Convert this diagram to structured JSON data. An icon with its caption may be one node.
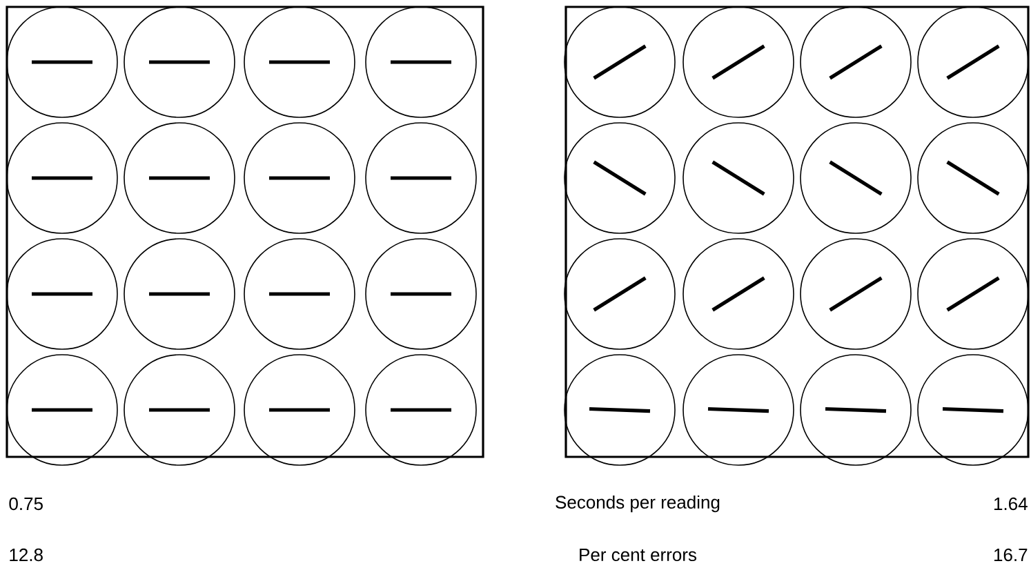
{
  "diagram": {
    "labels": [
      "0.75",
      "Seconds per reading",
      "1.64",
      "12.8",
      "Per cent errors",
      "16.7"
    ]
  }
}
